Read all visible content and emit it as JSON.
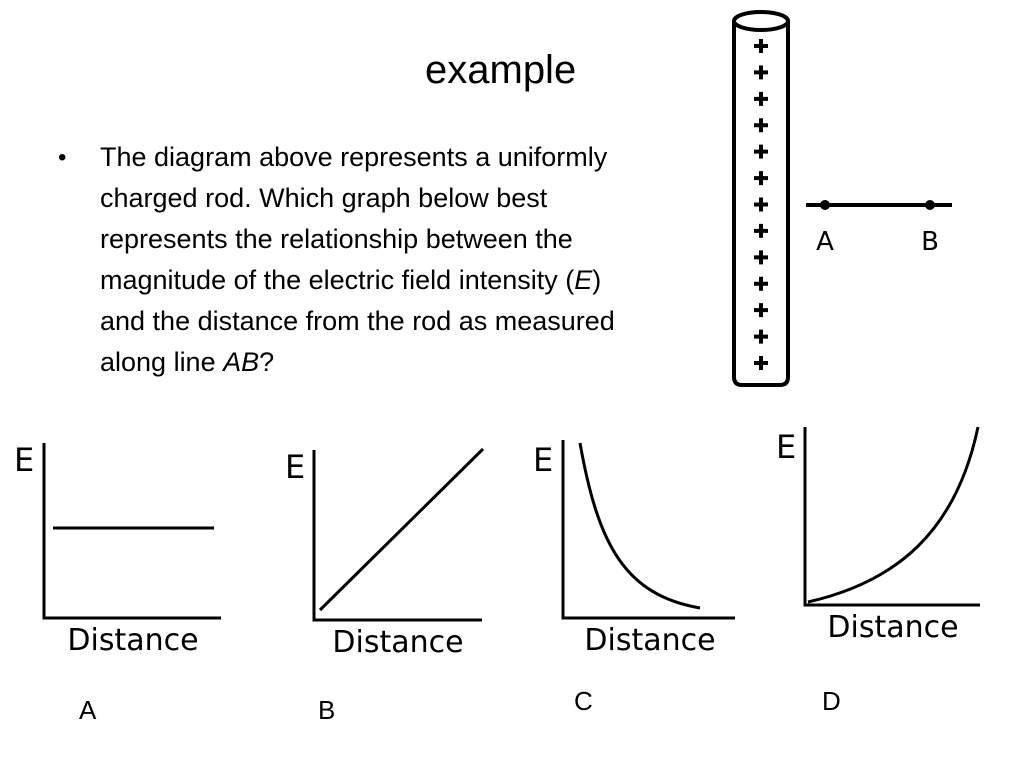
{
  "slide": {
    "title": "example",
    "question_lines": [
      {
        "a": "The diagram above represents a uniformly",
        "i": "",
        "b": ""
      },
      {
        "a": "charged rod.  Which graph below best",
        "i": "",
        "b": ""
      },
      {
        "a": "represents the relationship between the",
        "i": "",
        "b": ""
      },
      {
        "a": "magnitude of the electric field intensity (",
        "i": "E",
        "b": ")"
      },
      {
        "a": "and the distance from the rod as measured",
        "i": "",
        "b": ""
      },
      {
        "a": "along line ",
        "i": "AB",
        "b": "?"
      }
    ]
  },
  "rod": {
    "charge_symbol": "+",
    "charge_count": 13,
    "point_a": "A",
    "point_b": "B"
  },
  "graphs": [
    {
      "id": "A",
      "y_label": "E",
      "x_label": "Distance",
      "option_label": "A",
      "relationship": "constant"
    },
    {
      "id": "B",
      "y_label": "E",
      "x_label": "Distance",
      "option_label": "B",
      "relationship": "linear increasing"
    },
    {
      "id": "C",
      "y_label": "E",
      "x_label": "Distance",
      "option_label": "C",
      "relationship": "decreasing curve"
    },
    {
      "id": "D",
      "y_label": "E",
      "x_label": "Distance",
      "option_label": "D",
      "relationship": "increasing curve"
    }
  ]
}
